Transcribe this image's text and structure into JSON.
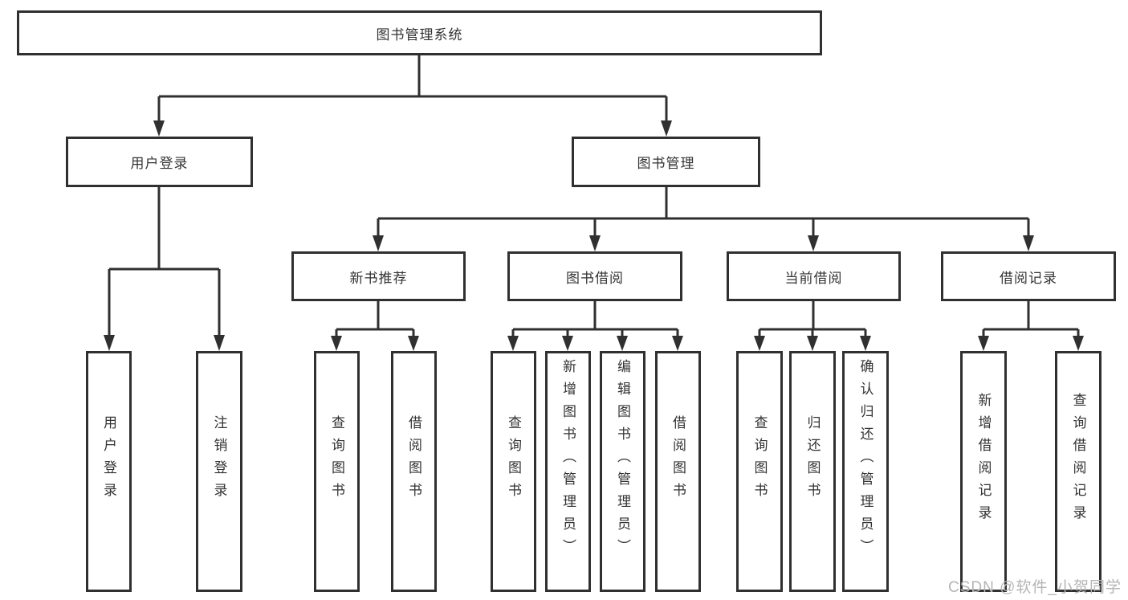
{
  "diagram": {
    "root": "图书管理系统",
    "level2": {
      "user_login": "用户登录",
      "book_management": "图书管理"
    },
    "level3": {
      "new_book_recommend": "新书推荐",
      "book_borrow": "图书借阅",
      "current_borrow": "当前借阅",
      "borrow_records": "借阅记录"
    },
    "leaves": {
      "user_login": [
        "用户登录",
        "注销登录"
      ],
      "new_book_recommend": [
        "查询图书",
        "借阅图书"
      ],
      "book_borrow": [
        "查询图书",
        "新增图书（管理员）",
        "编辑图书（管理员）",
        "借阅图书"
      ],
      "current_borrow": [
        "查询图书",
        "归还图书",
        "确认归还（管理员）"
      ],
      "borrow_records": [
        "新增借阅记录",
        "查询借阅记录"
      ]
    }
  },
  "watermark": "CSDN @软件_小贺同学",
  "colors": {
    "line": "#303030",
    "text": "#333333",
    "box_fill": "#ffffff",
    "background": "#ffffff",
    "watermark": "#b5b5b5"
  }
}
